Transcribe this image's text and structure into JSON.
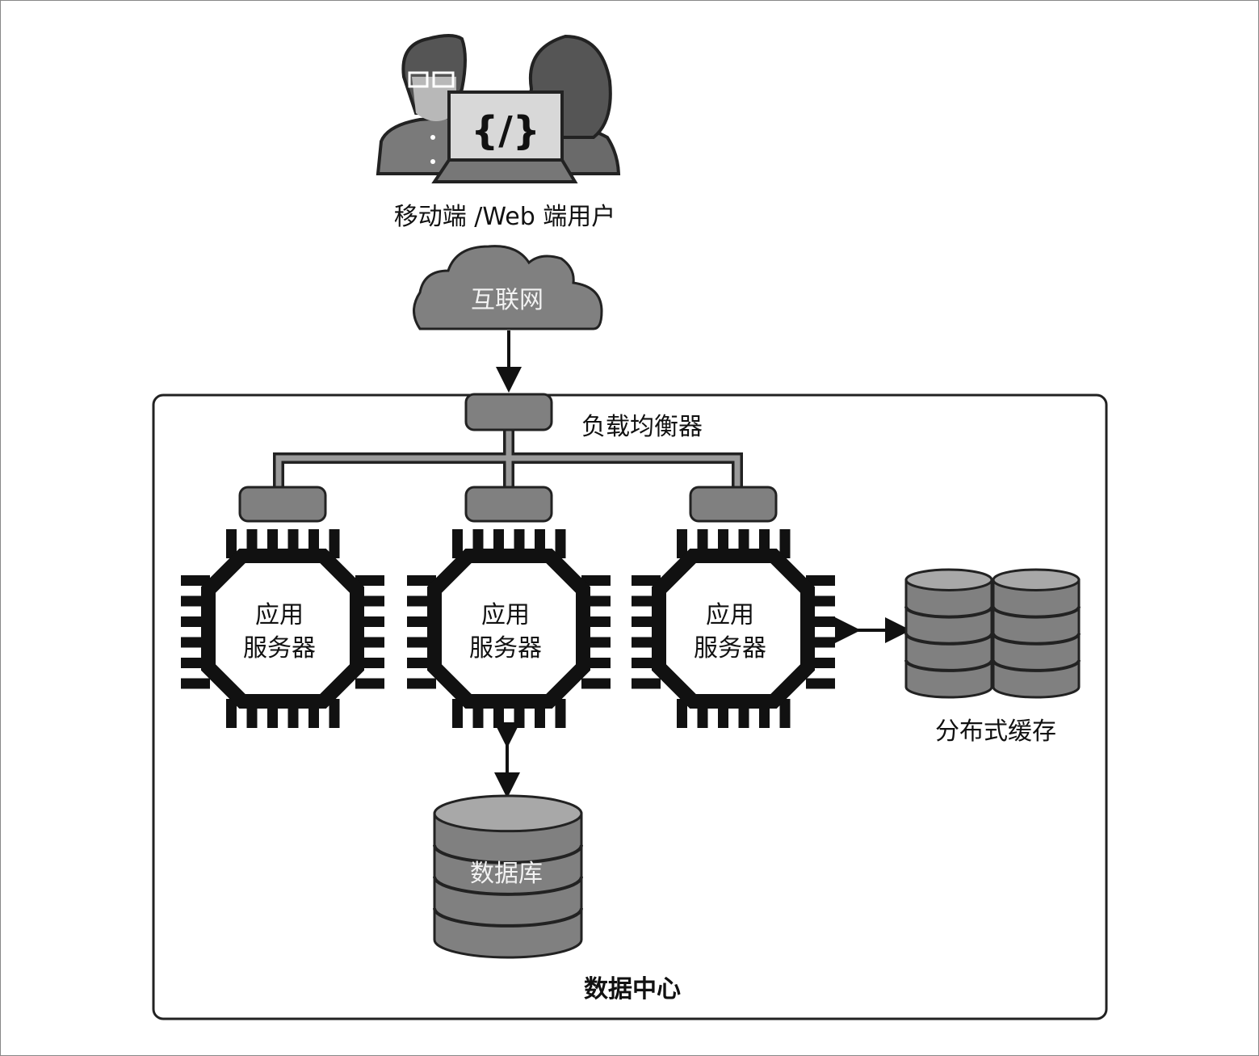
{
  "users": {
    "label": "移动端 /Web 端用户",
    "code_glyph": "{/}"
  },
  "internet": {
    "label": "互联网"
  },
  "load_balancer": {
    "label": "负载均衡器"
  },
  "servers": [
    {
      "line1": "应用",
      "line2": "服务器"
    },
    {
      "line1": "应用",
      "line2": "服务器"
    },
    {
      "line1": "应用",
      "line2": "服务器"
    }
  ],
  "cache": {
    "label": "分布式缓存"
  },
  "database": {
    "label": "数据库"
  },
  "datacenter": {
    "label": "数据中心"
  },
  "colors": {
    "dark": "#111111",
    "mid": "#808080",
    "light": "#a8a8a8",
    "frame": "#222222"
  }
}
